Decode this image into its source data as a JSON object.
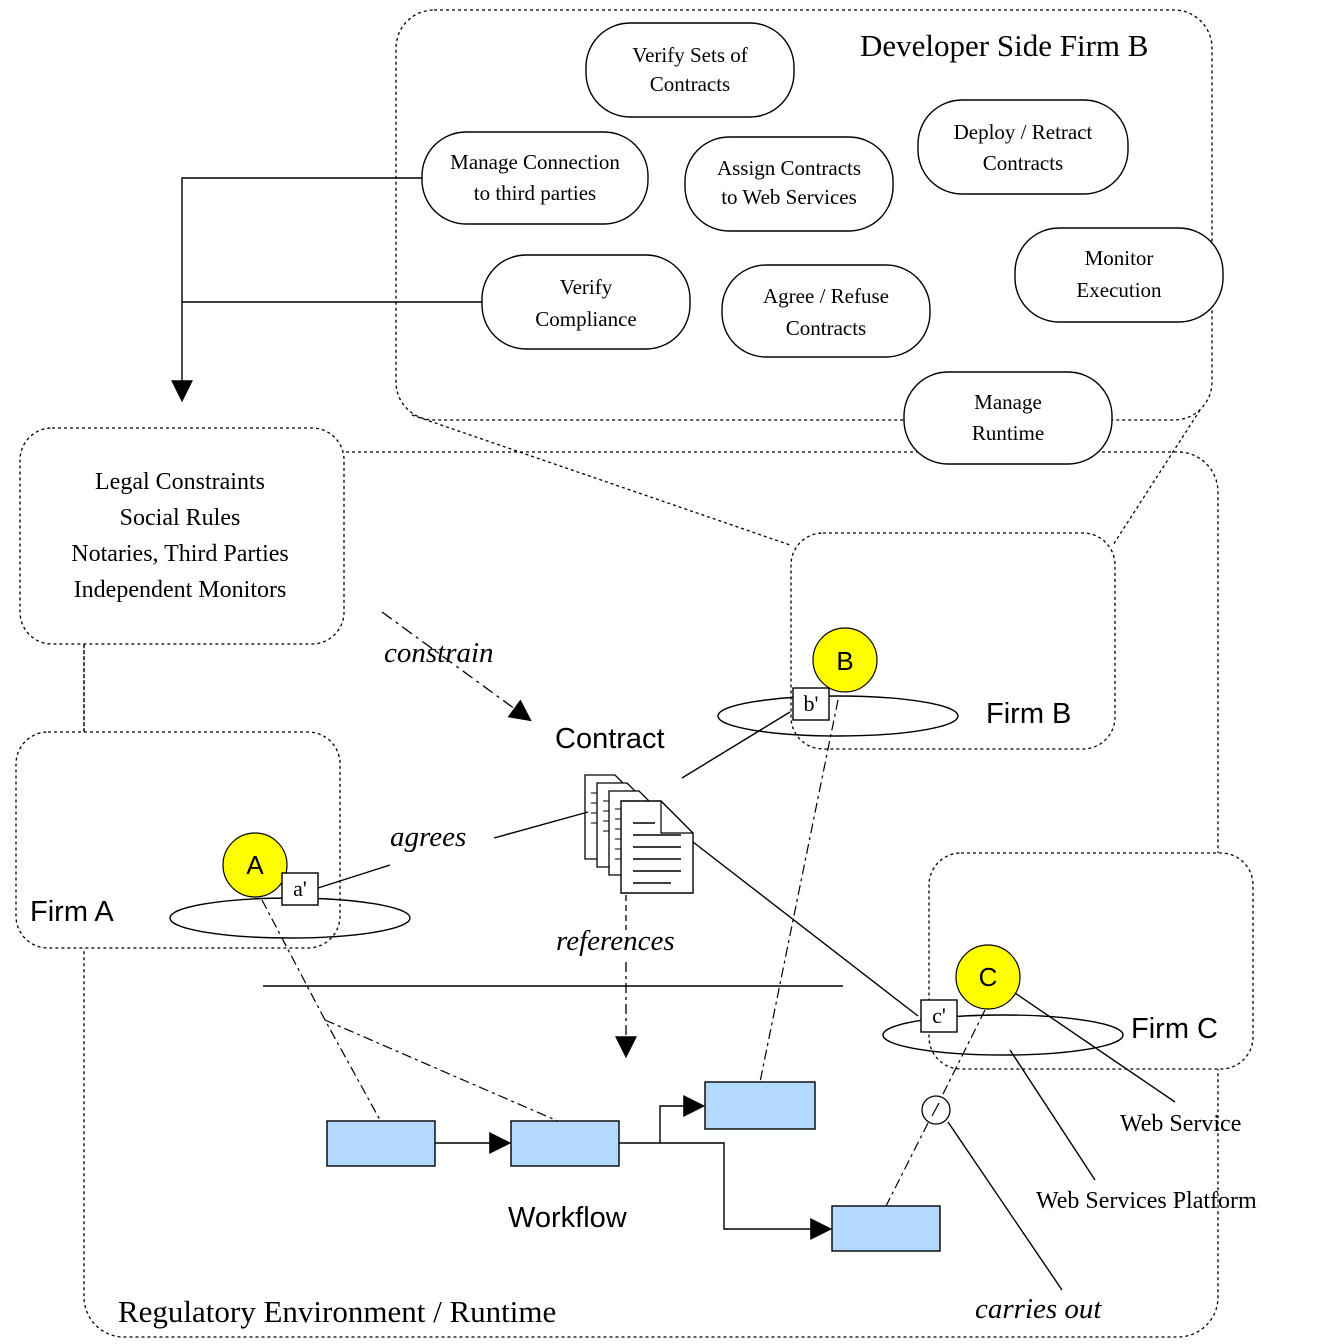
{
  "developer_side": {
    "title": "Developer Side Firm B",
    "tasks": {
      "verify_sets": [
        "Verify Sets of",
        "Contracts"
      ],
      "manage_connection": [
        "Manage Connection",
        "to third parties"
      ],
      "assign_contracts": [
        "Assign Contracts",
        "to Web Services"
      ],
      "deploy_retract": [
        "Deploy / Retract",
        "Contracts"
      ],
      "verify_compliance": [
        "Verify",
        "Compliance"
      ],
      "agree_refuse": [
        "Agree / Refuse",
        "Contracts"
      ],
      "monitor_execution": [
        "Monitor",
        "Execution"
      ],
      "manage_runtime": [
        "Manage",
        "Runtime"
      ]
    }
  },
  "legal_box": [
    "Legal Constraints",
    "Social Rules",
    "Notaries, Third Parties",
    "Independent Monitors"
  ],
  "firms": {
    "firm_a": {
      "label": "Firm A",
      "agent": "A",
      "port": "a'"
    },
    "firm_b": {
      "label": "Firm B",
      "agent": "B",
      "port": "b'"
    },
    "firm_c": {
      "label": "Firm C",
      "agent": "C",
      "port": "c'"
    }
  },
  "contract_label": "Contract",
  "relations": {
    "constrain": "constrain",
    "agrees": "agrees",
    "references": "references",
    "carries_out": "carries out"
  },
  "workflow_label": "Workflow",
  "web_service_label": "Web Service",
  "web_services_platform_label": "Web Services Platform",
  "regulatory_label": "Regulatory Environment / Runtime",
  "colors": {
    "agent_fill": "#ffff00",
    "workflow_task_fill": "#b4d9ff"
  }
}
